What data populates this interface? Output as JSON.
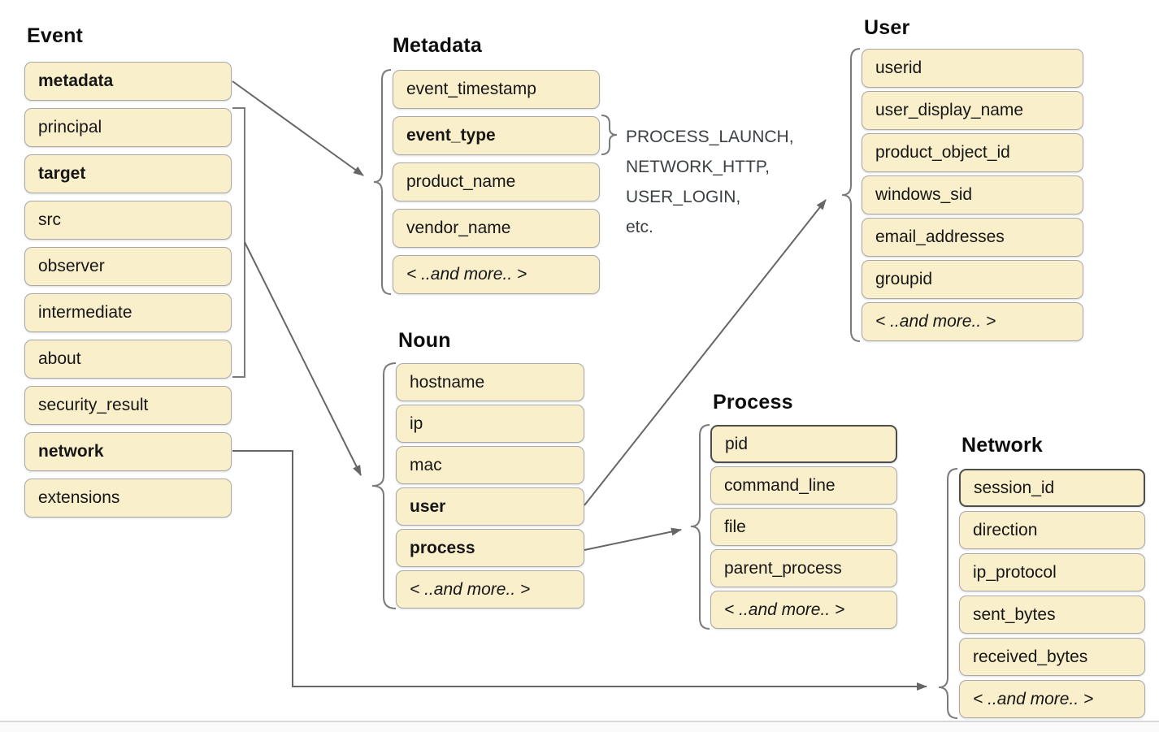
{
  "groups": {
    "event": {
      "title": "Event",
      "items": [
        {
          "label": "metadata",
          "bold": true
        },
        {
          "label": "principal"
        },
        {
          "label": "target",
          "bold": true
        },
        {
          "label": "src"
        },
        {
          "label": "observer"
        },
        {
          "label": "intermediate"
        },
        {
          "label": "about"
        },
        {
          "label": "security_result"
        },
        {
          "label": "network",
          "bold": true
        },
        {
          "label": "extensions"
        }
      ]
    },
    "metadata": {
      "title": "Metadata",
      "items": [
        {
          "label": "event_timestamp"
        },
        {
          "label": "event_type",
          "bold": true
        },
        {
          "label": "product_name"
        },
        {
          "label": "vendor_name"
        },
        {
          "label": "< ..and more.. >",
          "italic": true
        }
      ]
    },
    "noun": {
      "title": "Noun",
      "items": [
        {
          "label": "hostname"
        },
        {
          "label": "ip"
        },
        {
          "label": "mac"
        },
        {
          "label": "user",
          "bold": true
        },
        {
          "label": "process",
          "bold": true
        },
        {
          "label": "< ..and more.. >",
          "italic": true
        }
      ]
    },
    "user": {
      "title": "User",
      "items": [
        {
          "label": "userid"
        },
        {
          "label": "user_display_name"
        },
        {
          "label": "product_object_id"
        },
        {
          "label": "windows_sid"
        },
        {
          "label": "email_addresses"
        },
        {
          "label": "groupid"
        },
        {
          "label": "< ..and more.. >",
          "italic": true
        }
      ]
    },
    "process": {
      "title": "Process",
      "items": [
        {
          "label": "pid",
          "strong_border": true
        },
        {
          "label": "command_line"
        },
        {
          "label": "file"
        },
        {
          "label": "parent_process"
        },
        {
          "label": "< ..and more.. >",
          "italic": true
        }
      ]
    },
    "network": {
      "title": "Network",
      "items": [
        {
          "label": "session_id",
          "strong_border": true
        },
        {
          "label": "direction"
        },
        {
          "label": "ip_protocol"
        },
        {
          "label": "sent_bytes"
        },
        {
          "label": "received_bytes"
        },
        {
          "label": "< ..and more.. >",
          "italic": true
        }
      ]
    }
  },
  "annotations": {
    "event_type_values": {
      "lines": [
        "PROCESS_LAUNCH,",
        "NETWORK_HTTP,",
        "USER_LOGIN,",
        "etc."
      ]
    }
  },
  "colors": {
    "box_fill": "#FAEFCB",
    "box_border": "#A9A9A9",
    "box_border_strong": "#4D4D4D",
    "connector": "#666666",
    "brace": "#7A7A7A",
    "title_text": "#0D0D0D",
    "label_text": "#161616",
    "annotation_text": "#3C4043",
    "bottom_divider": "#D8D8D8"
  }
}
